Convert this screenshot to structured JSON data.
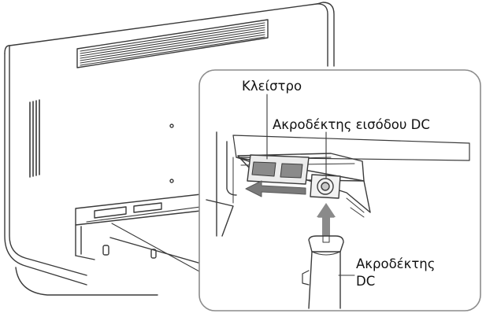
{
  "labels": {
    "shutter": "Κλείστρο",
    "dc_input_jack": "Ακροδέκτης εισόδου DC",
    "dc_plug_line1": "Ακροδέκτης",
    "dc_plug_line2": "DC"
  },
  "colors": {
    "line": "#3a3a3a",
    "arrow": "#7a7a7a",
    "panel_border": "#9a9a9a",
    "background": "#ffffff"
  },
  "icons": [
    "monitor-rear-illustration",
    "sliding-shutter",
    "dc-input-jack",
    "dc-plug-connector",
    "slide-arrow",
    "insert-arrow"
  ]
}
